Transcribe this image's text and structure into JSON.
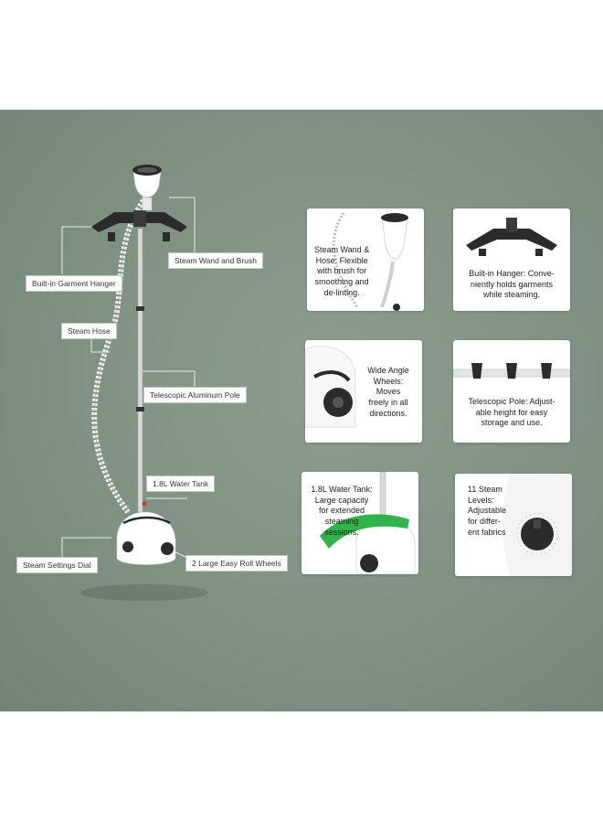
{
  "colors": {
    "background": "#7f9182",
    "accent_green": "#2fb34a",
    "product_black": "#2b2b2b"
  },
  "callouts": {
    "steam_wand": "Steam Wand and Brush",
    "hanger": "Built-in  Garment Hanger",
    "hose": "Steam Hose",
    "pole": "Telescopic Aluminum Pole",
    "tank": "1.8L Water Tank",
    "dial": "Steam Settings Dial",
    "wheels": "2 Large Easy Roll Wheels"
  },
  "cards": [
    {
      "id": "wand",
      "text": "Steam Wand &\nHose: Flexible\nwith brush for\nsmoothing and\nde-linting.",
      "icon": "steam-wand-icon"
    },
    {
      "id": "hanger",
      "text": "Built-in Hanger: Conve-\nniently holds garments\nwhile steaming.",
      "icon": "garment-hanger-icon"
    },
    {
      "id": "wheels",
      "text": "Wide Angle\nWheels:\nMoves\nfreely in all\ndirections.",
      "icon": "wheel-icon"
    },
    {
      "id": "pole",
      "text": "Telescopic Pole: Adjust-\nable height for easy\nstorage and use.",
      "icon": "pole-clamp-icon"
    },
    {
      "id": "tank",
      "text": "1.8L Water Tank:\nLarge capacity\nfor extended\nsteaming\nsessions.",
      "icon": "water-tank-icon"
    },
    {
      "id": "levels",
      "text": "11 Steam\nLevels:\nAdjustable\nfor differ-\nent fabrics",
      "icon": "steam-dial-icon"
    }
  ]
}
